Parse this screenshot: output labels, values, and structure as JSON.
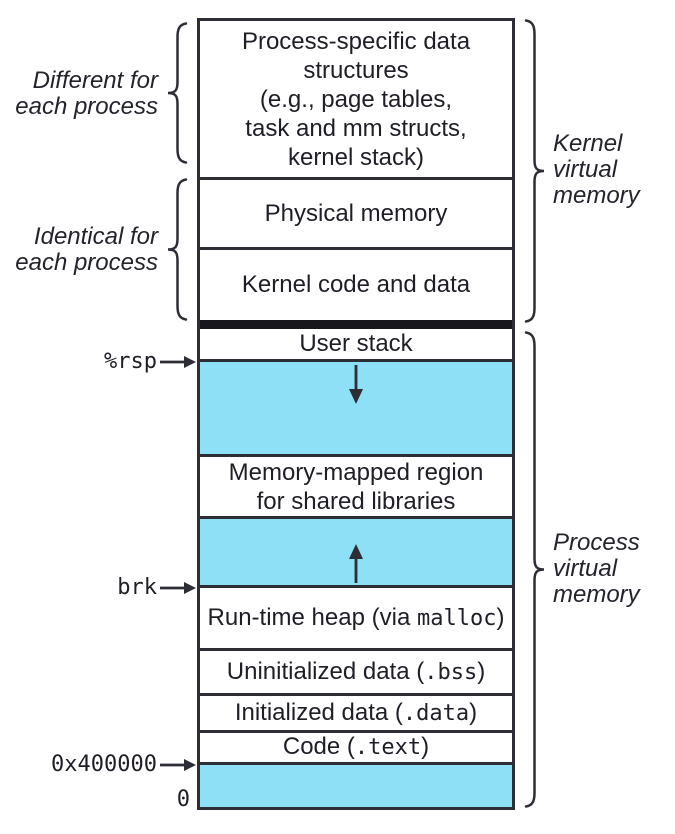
{
  "figure": {
    "left_labels": {
      "different": [
        "Different for",
        "each process"
      ],
      "identical": [
        "Identical for",
        "each process"
      ]
    },
    "right_labels": {
      "kernel": [
        "Kernel",
        "virtual",
        "memory"
      ],
      "process": [
        "Process",
        "virtual",
        "memory"
      ]
    },
    "pointers": {
      "rsp": "%rsp",
      "brk": "brk",
      "code_base": "0x400000",
      "zero": "0"
    },
    "sections": {
      "process_specific": [
        "Process-specific data",
        "structures",
        "(e.g., page tables,",
        "task and mm structs,",
        "kernel stack)"
      ],
      "physical_memory": "Physical memory",
      "kernel_code": "Kernel code and data",
      "user_stack": "User stack",
      "memory_mapped": [
        "Memory-mapped region",
        "for shared libraries"
      ],
      "heap": {
        "prefix": "Run-time heap (via ",
        "mono": "malloc",
        "suffix": ")"
      },
      "bss": {
        "prefix": "Uninitialized data (",
        "mono": ".bss",
        "suffix": ")"
      },
      "data": {
        "prefix": "Initialized data (",
        "mono": ".data",
        "suffix": ")"
      },
      "code": {
        "prefix": "Code (",
        "mono": ".text",
        "suffix": ")"
      }
    },
    "colors": {
      "region_fill": "#8ee0f6",
      "line": "#2d2d36",
      "divider": "#17171c",
      "text": "#1e1e26"
    }
  }
}
